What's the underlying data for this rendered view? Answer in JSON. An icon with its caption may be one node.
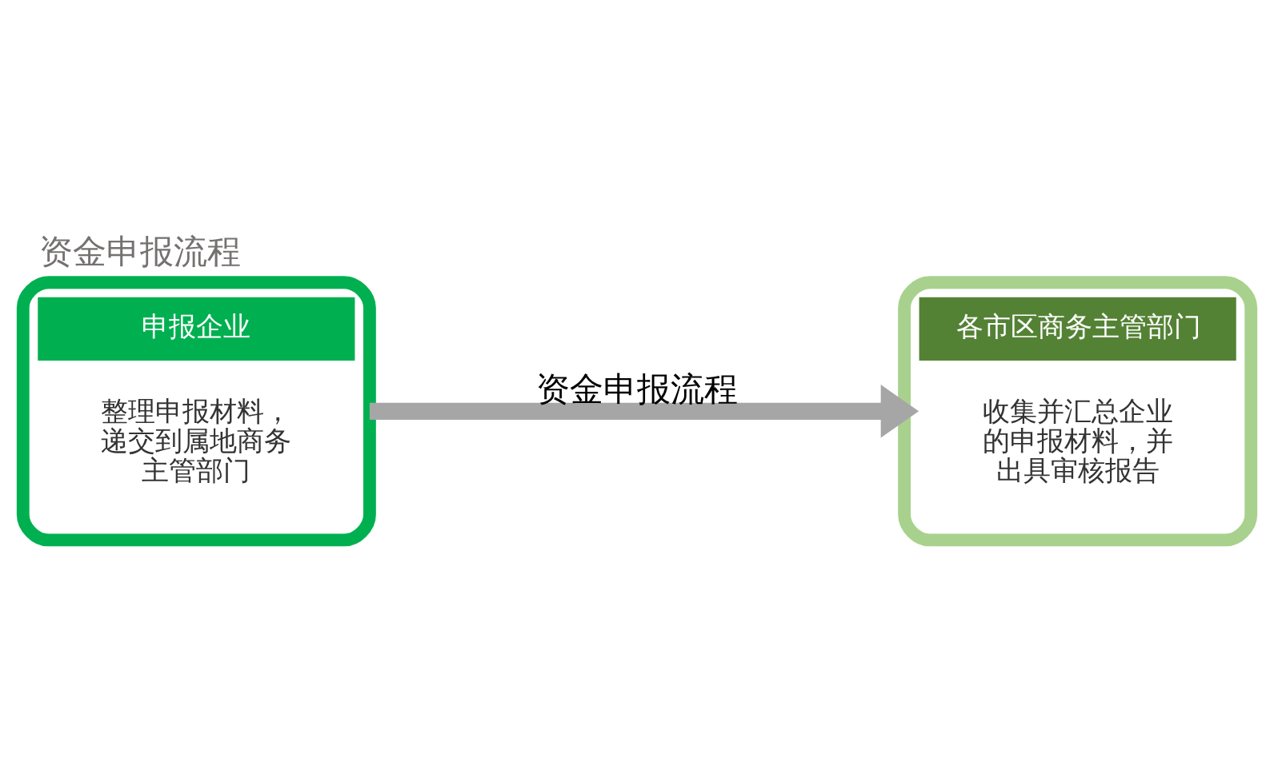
{
  "diagram": {
    "title": "资金申报流程",
    "nodes": [
      {
        "text": [
          "申报企业",
          "整理申报材料，递交到属地商务主管部门"
        ]
      },
      {
        "text": [
          "各市区商务主管部门",
          "收集并汇总企业的申报材料，并出具审核报告"
        ]
      }
    ],
    "edges": [
      {
        "from": 0,
        "to": 1,
        "label": "资金申报流程",
        "arrow": "to"
      }
    ]
  }
}
